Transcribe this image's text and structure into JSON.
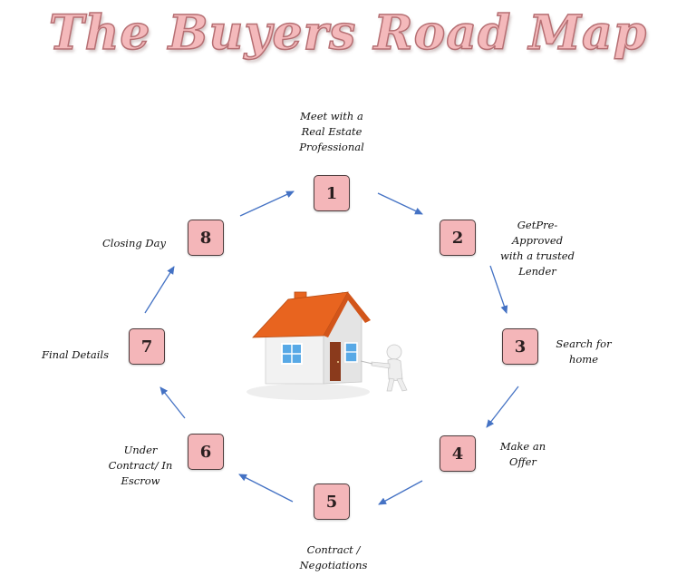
{
  "title": "The Buyers Road Map",
  "colors": {
    "box_fill": "#f4b6b9",
    "box_border": "#4d3b3c",
    "arrow": "#4472c4",
    "roof": "#e8641f",
    "wall": "#f2f2f2",
    "window": "#58a9e6",
    "door": "#8a3a1c"
  },
  "steps": [
    {
      "number": "1",
      "label": "Meet with a\nReal Estate\nProfessional"
    },
    {
      "number": "2",
      "label": "GetPre-\nApproved\nwith a trusted\nLender"
    },
    {
      "number": "3",
      "label": "Search for\nhome"
    },
    {
      "number": "4",
      "label": "Make an\nOffer"
    },
    {
      "number": "5",
      "label": "Contract /\nNegotiations"
    },
    {
      "number": "6",
      "label": "Under\nContract/ In\nEscrow"
    },
    {
      "number": "7",
      "label": "Final Details"
    },
    {
      "number": "8",
      "label": "Closing Day"
    }
  ],
  "center_illustration": "house-with-figure-pointing"
}
